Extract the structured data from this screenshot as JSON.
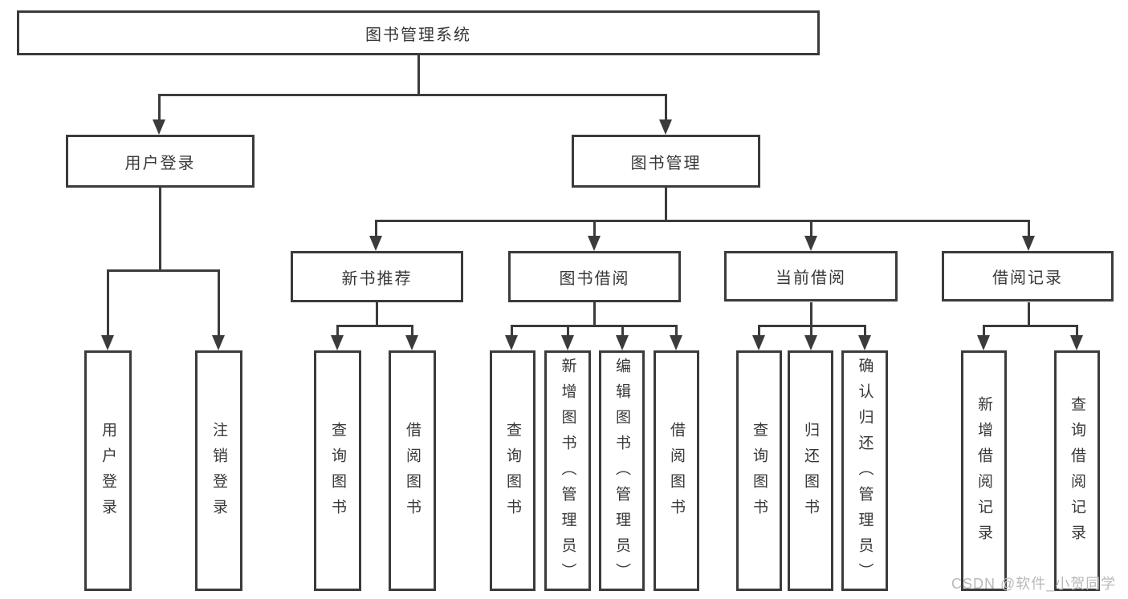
{
  "diagram": {
    "root": {
      "label": "图书管理系统"
    },
    "level2": [
      {
        "label": "用户登录"
      },
      {
        "label": "图书管理"
      }
    ],
    "level3": [
      {
        "label": "新书推荐"
      },
      {
        "label": "图书借阅"
      },
      {
        "label": "当前借阅"
      },
      {
        "label": "借阅记录"
      }
    ],
    "leaves": {
      "user_login": [
        {
          "label": "用户登录"
        },
        {
          "label": "注销登录"
        }
      ],
      "new_books": [
        {
          "label": "查询图书"
        },
        {
          "label": "借阅图书"
        }
      ],
      "book_borrow": [
        {
          "label": "查询图书"
        },
        {
          "label": "新增图书（管理员）"
        },
        {
          "label": "编辑图书（管理员）"
        },
        {
          "label": "借阅图书"
        }
      ],
      "current_borrow": [
        {
          "label": "查询图书"
        },
        {
          "label": "归还图书"
        },
        {
          "label": "确认归还（管理员）"
        }
      ],
      "borrow_records": [
        {
          "label": "新增借阅记录"
        },
        {
          "label": "查询借阅记录"
        }
      ]
    },
    "colors": {
      "line": "#3b3b3b",
      "text": "#383838",
      "watermark": "#b9b9b9",
      "background": "#ffffff"
    }
  },
  "watermark": {
    "text": "CSDN @软件_小贺同学"
  }
}
